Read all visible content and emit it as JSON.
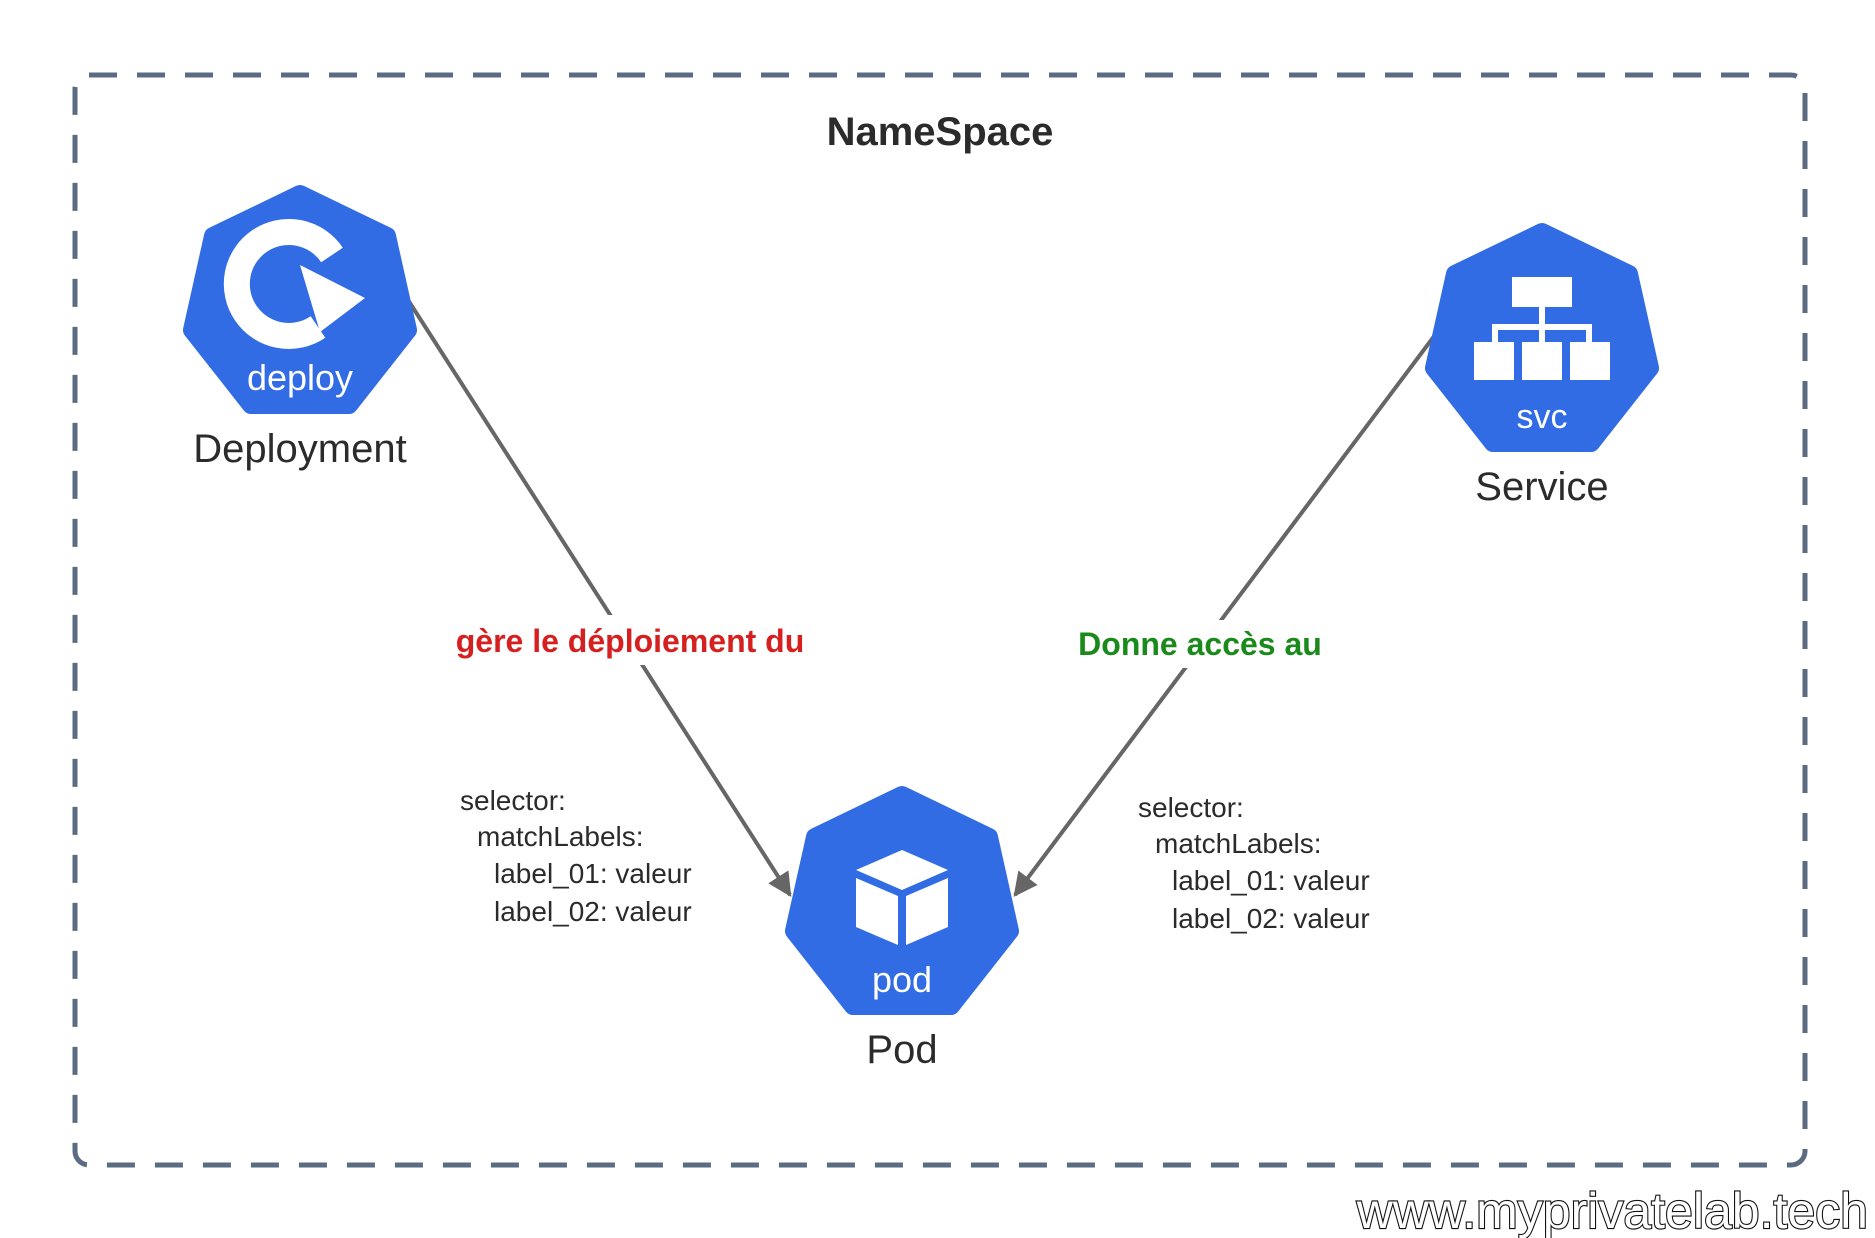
{
  "colors": {
    "frame": "#5b6b82",
    "k8s_blue": "#326ce5",
    "arrow": "#666666",
    "text_dark": "#2b2b2b",
    "deploy_label": "#d62020",
    "service_label": "#1a8a1a"
  },
  "namespace": {
    "title": "NameSpace"
  },
  "nodes": {
    "deployment": {
      "badge": "deploy",
      "label": "Deployment",
      "icon": "rotate-arrow-icon"
    },
    "service": {
      "badge": "svc",
      "label": "Service",
      "icon": "network-tree-icon"
    },
    "pod": {
      "badge": "pod",
      "label": "Pod",
      "icon": "cube-icon"
    }
  },
  "edges": {
    "deployment_to_pod": "gère le déploiement du",
    "service_to_pod": "Donne accès au"
  },
  "selectors": {
    "left": {
      "line1": "selector:",
      "line2": "matchLabels:",
      "line3": "label_01: valeur",
      "line4": "label_02: valeur"
    },
    "right": {
      "line1": "selector:",
      "line2": "matchLabels:",
      "line3": "label_01: valeur",
      "line4": "label_02: valeur"
    }
  },
  "watermark": "www.myprivatelab.tech"
}
